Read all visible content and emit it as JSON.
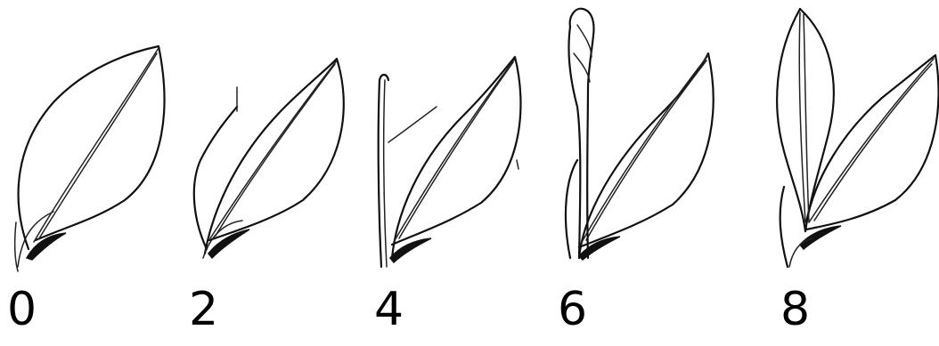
{
  "stages": [
    {
      "label": "0"
    },
    {
      "label": "2"
    },
    {
      "label": "4"
    },
    {
      "label": "6"
    },
    {
      "label": "8"
    }
  ]
}
